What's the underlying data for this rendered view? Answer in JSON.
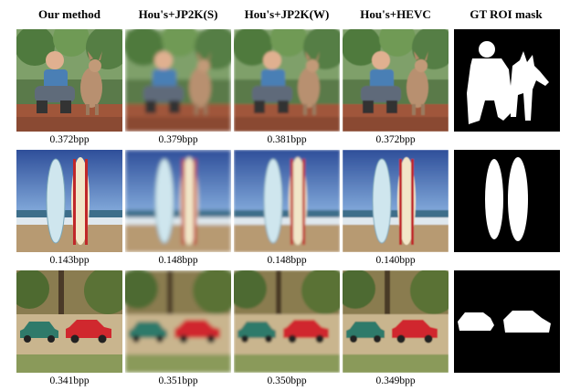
{
  "headers": [
    "Our method",
    "Hou's+JP2K(S)",
    "Hou's+JP2K(W)",
    "Hou's+HEVC",
    "GT ROI mask"
  ],
  "rows": [
    {
      "scene": "man-with-kangaroo",
      "captions": [
        "0.372bpp",
        "0.379bpp",
        "0.381bpp",
        "0.372bpp"
      ]
    },
    {
      "scene": "surfboards-on-beach",
      "captions": [
        "0.143bpp",
        "0.148bpp",
        "0.148bpp",
        "0.140bpp"
      ]
    },
    {
      "scene": "cars-on-road",
      "captions": [
        "0.341bpp",
        "0.351bpp",
        "0.350bpp",
        "0.349bpp"
      ]
    }
  ]
}
